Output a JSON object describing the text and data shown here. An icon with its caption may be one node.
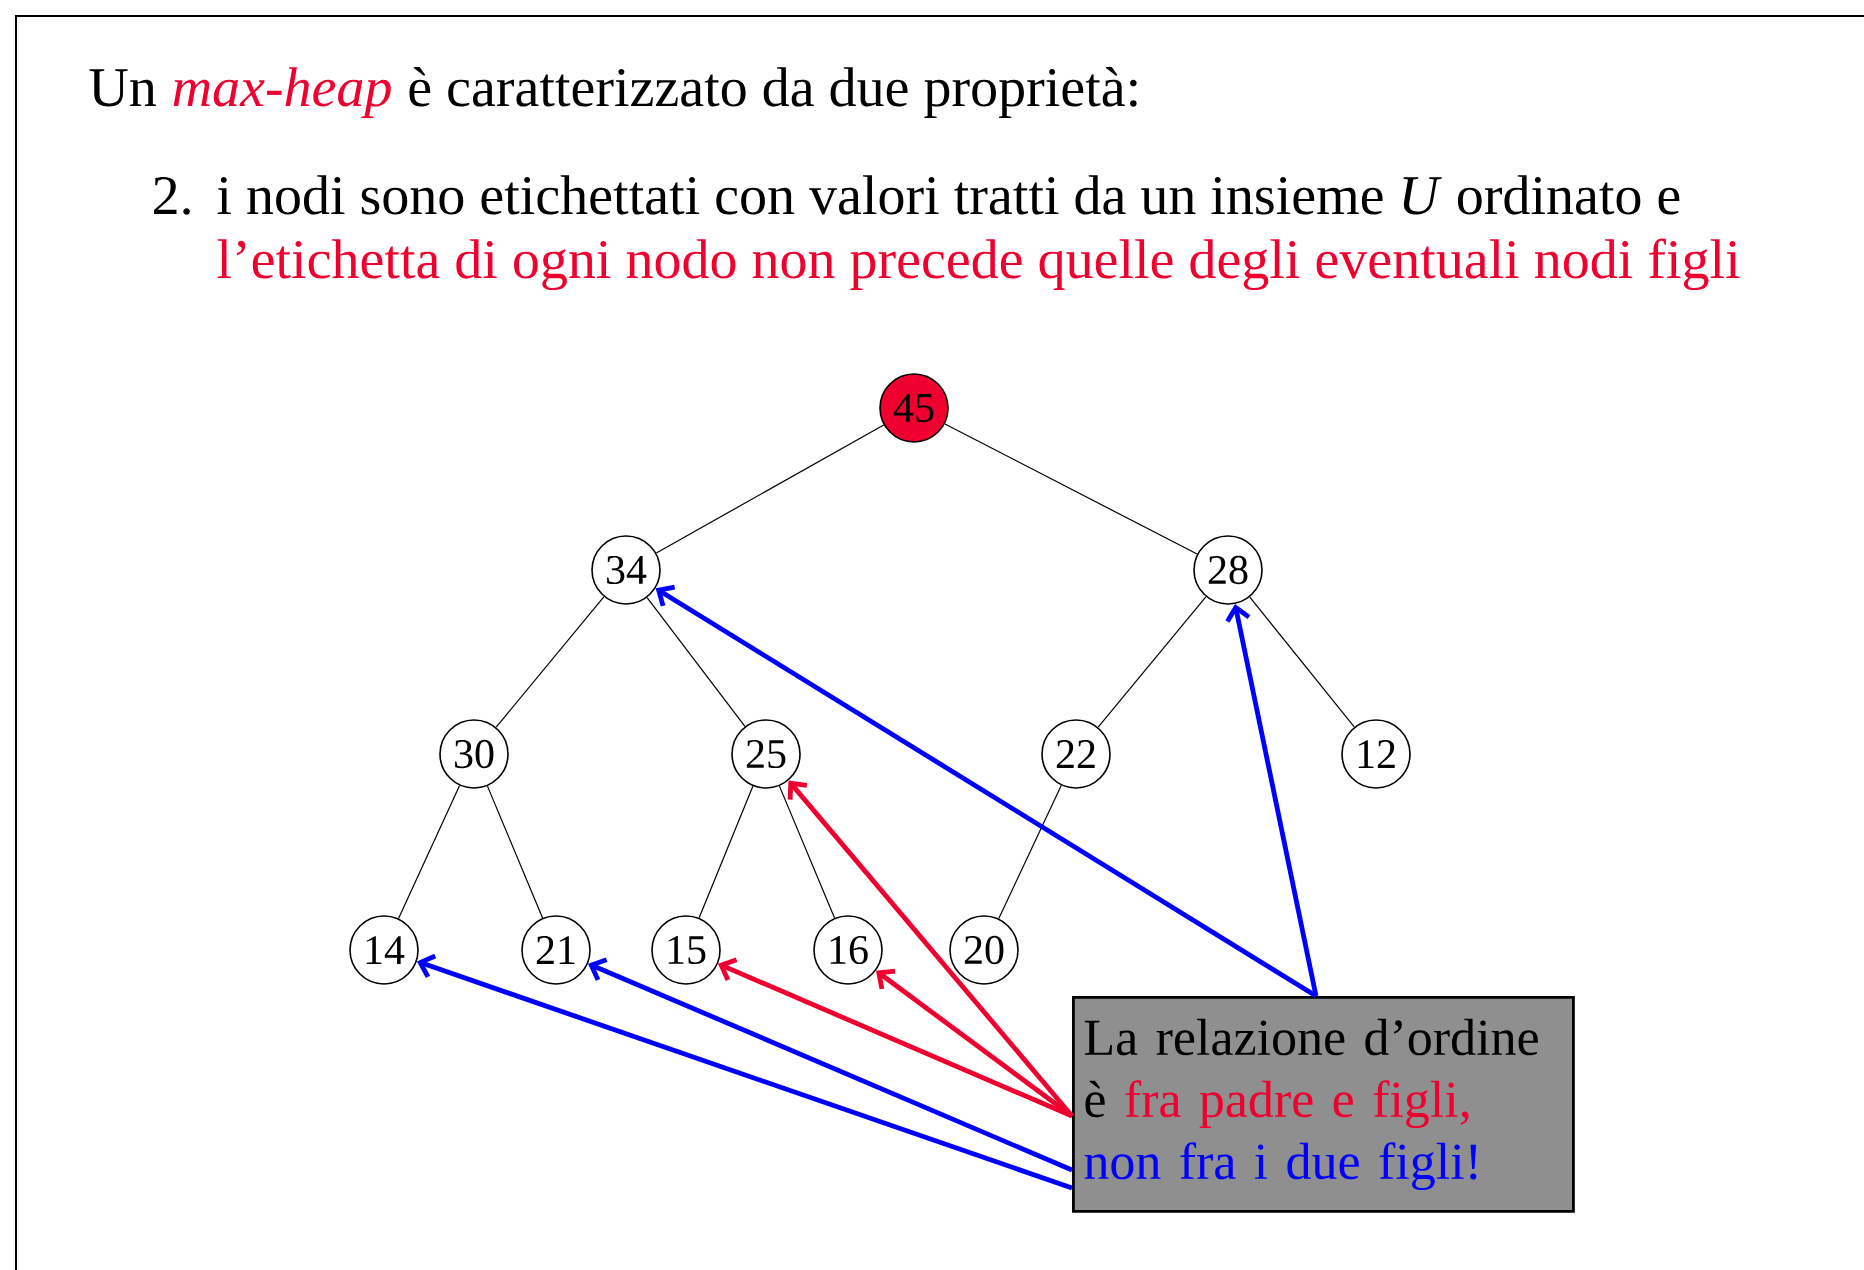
{
  "diagram": {
    "nodes": [
      {
        "text": [
          "45"
        ]
      },
      {
        "text": [
          "34"
        ]
      },
      {
        "text": [
          "28"
        ]
      },
      {
        "text": [
          "30"
        ]
      },
      {
        "text": [
          "25"
        ]
      },
      {
        "text": [
          "22"
        ]
      },
      {
        "text": [
          "12"
        ]
      },
      {
        "text": [
          "14"
        ]
      },
      {
        "text": [
          "21"
        ]
      },
      {
        "text": [
          "15"
        ]
      },
      {
        "text": [
          "16"
        ]
      },
      {
        "text": [
          "20"
        ]
      },
      {
        "text": [
          "La relazione d’ordine",
          "è",
          "fra padre e figli,",
          "non fra i due figli!"
        ]
      }
    ],
    "edges": [
      {
        "from": 0,
        "to": 1,
        "arrow": "none"
      },
      {
        "from": 0,
        "to": 2,
        "arrow": "none"
      },
      {
        "from": 1,
        "to": 3,
        "arrow": "none"
      },
      {
        "from": 1,
        "to": 4,
        "arrow": "none"
      },
      {
        "from": 2,
        "to": 5,
        "arrow": "none"
      },
      {
        "from": 2,
        "to": 6,
        "arrow": "none"
      },
      {
        "from": 3,
        "to": 7,
        "arrow": "none"
      },
      {
        "from": 3,
        "to": 8,
        "arrow": "none"
      },
      {
        "from": 4,
        "to": 9,
        "arrow": "none"
      },
      {
        "from": 4,
        "to": 10,
        "arrow": "none"
      },
      {
        "from": 5,
        "to": 11,
        "arrow": "none"
      },
      {
        "from": 12,
        "to": 1,
        "arrow": "to",
        "style": "thick",
        "color": "#0000ff"
      },
      {
        "from": 12,
        "to": 2,
        "arrow": "to",
        "style": "thick",
        "color": "#0000ff"
      },
      {
        "from": 12,
        "to": 4,
        "arrow": "to",
        "style": "thick",
        "color": "#f0002e"
      },
      {
        "from": 12,
        "to": 9,
        "arrow": "to",
        "style": "thick",
        "color": "#f0002e"
      },
      {
        "from": 12,
        "to": 10,
        "arrow": "to",
        "style": "thick",
        "color": "#f0002e"
      },
      {
        "from": 12,
        "to": 7,
        "arrow": "to",
        "style": "thick",
        "color": "#0000ff"
      },
      {
        "from": 12,
        "to": 8,
        "arrow": "to",
        "style": "thick",
        "color": "#0000ff"
      }
    ],
    "labels": [
      "Un",
      "max-heap",
      "è caratterizzato da due proprietà:",
      "2.",
      "i nodi sono etichettati con valori tratti da un insieme *U* ordinato e",
      "l’etichetta di ogni nodo non precede quelle degli eventuali nodi figli"
    ]
  }
}
